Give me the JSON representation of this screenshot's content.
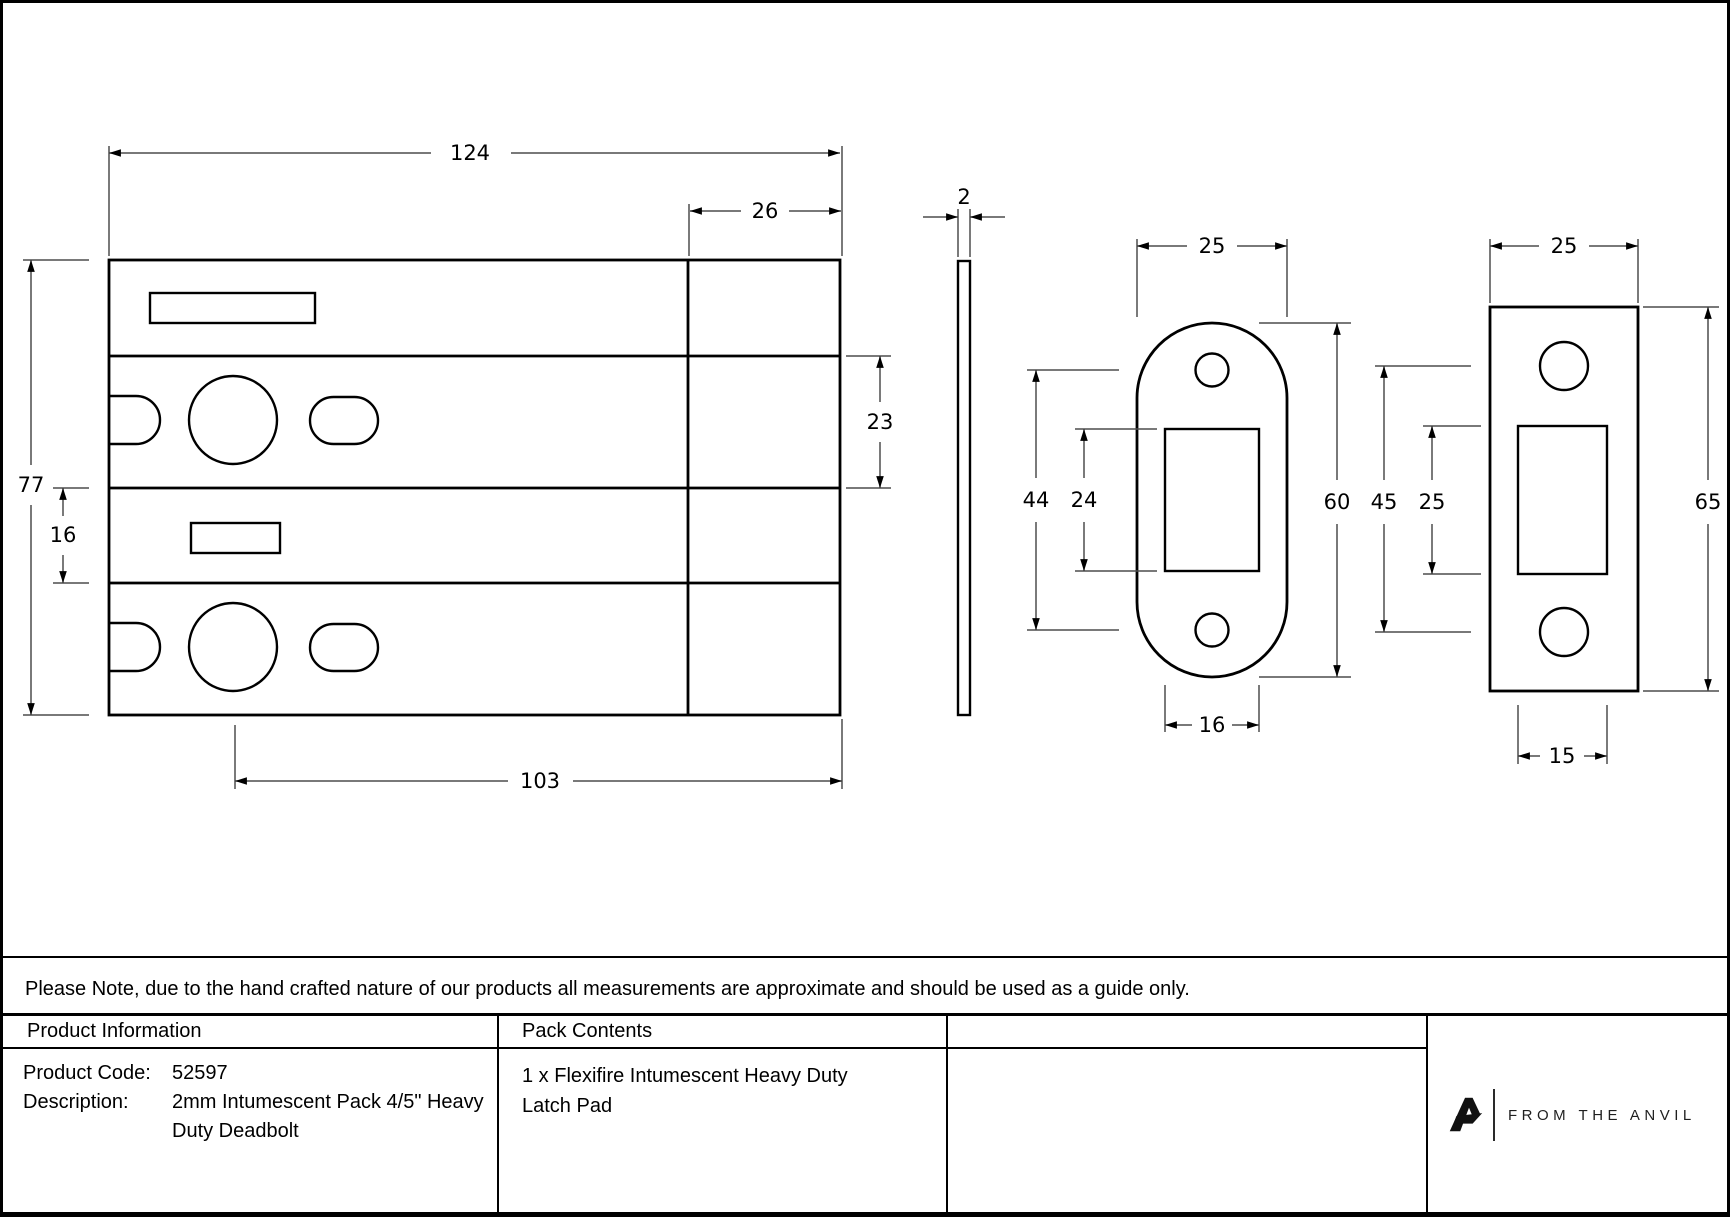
{
  "colors": {
    "background": "#ffffff",
    "line": "#000000",
    "dim_line": "#4d4d4d",
    "text": "#000000"
  },
  "drawing": {
    "front_view": {
      "dims": {
        "width": "124",
        "faceplate_col": "26",
        "height": "77",
        "small_row": "16",
        "bolt_row": "23",
        "backset": "103"
      }
    },
    "side_view": {
      "dims": {
        "thickness": "2"
      }
    },
    "radius_plate": {
      "dims": {
        "width": "25",
        "hole_centres": "44",
        "cutout_height": "24",
        "height": "60",
        "cutout_width": "16"
      }
    },
    "square_plate": {
      "dims": {
        "width": "25",
        "hole_centres": "45",
        "cutout_height": "25",
        "height": "65",
        "cutout_width": "15"
      }
    }
  },
  "note": "Please Note, due to the hand crafted nature of our products all measurements are approximate and should be used as a guide only.",
  "table": {
    "product_information": {
      "header": "Product Information",
      "code_label": "Product Code:",
      "code_value": "52597",
      "description_label": "Description:",
      "description_line1": "2mm Intumescent Pack 4/5\" Heavy",
      "description_line2": "Duty Deadbolt"
    },
    "pack_contents": {
      "header": "Pack Contents",
      "item_line1": "1 x Flexifire Intumescent Heavy Duty",
      "item_line2": "Latch Pad"
    },
    "brand": {
      "wordmark": "FROM THE ANVIL"
    }
  }
}
